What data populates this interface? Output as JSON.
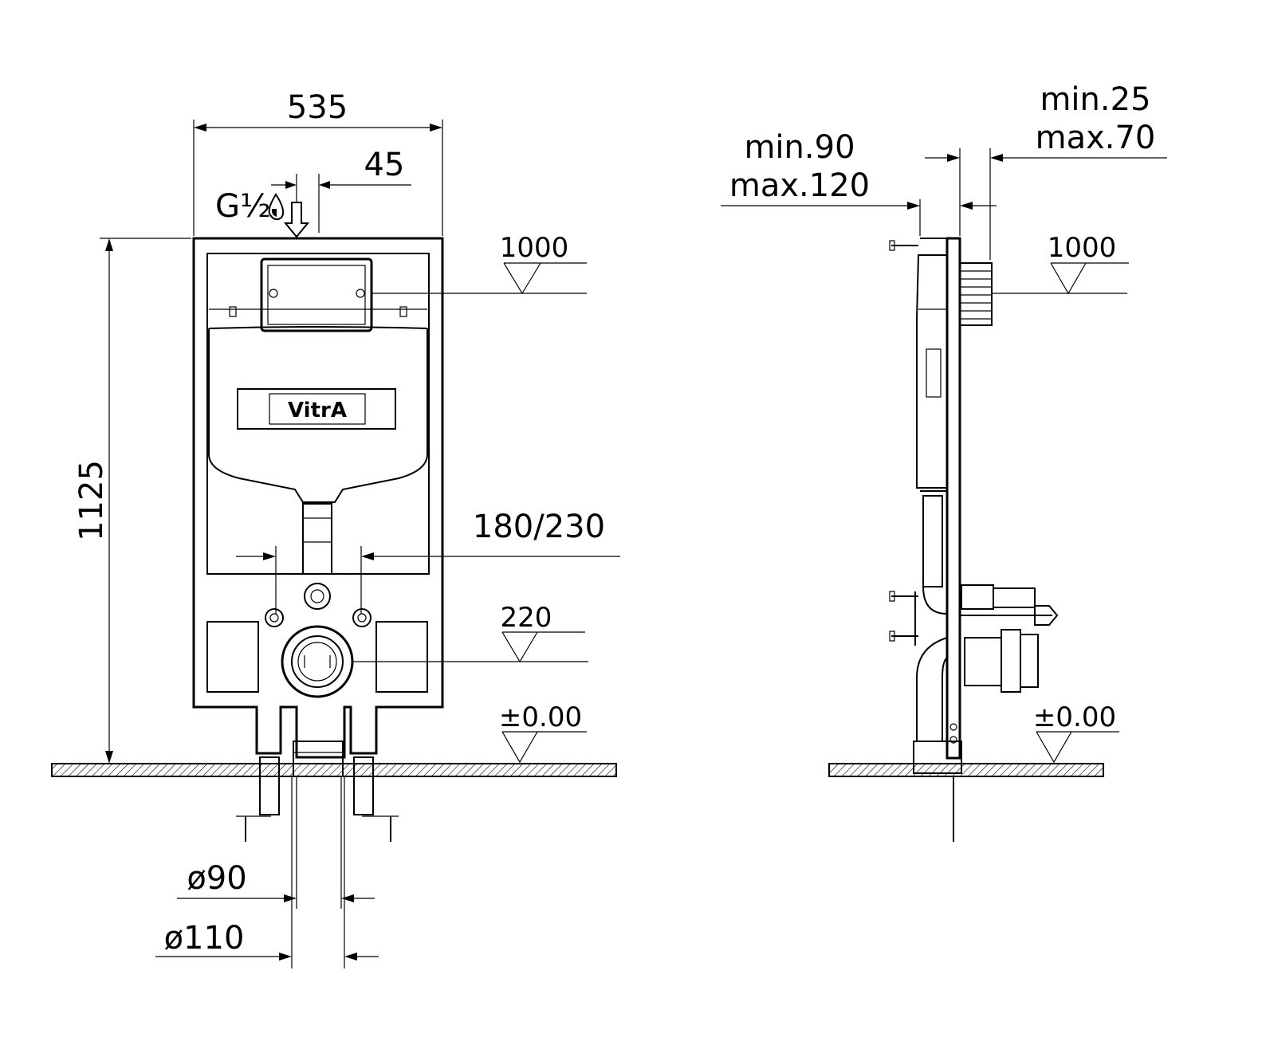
{
  "front_view": {
    "width_dim": "535",
    "inlet_offset_dim": "45",
    "inlet_label": "G½",
    "height_dim": "1125",
    "level_actuator": "1000",
    "bolt_spacing_dim": "180/230",
    "level_outlet": "220",
    "level_floor": "±0.00",
    "pipe_dia_inner": "ø90",
    "pipe_dia_outer": "ø110",
    "logo": "VitrA"
  },
  "side_view": {
    "depth_min": "min.90",
    "depth_max": "max.120",
    "wall_min": "min.25",
    "wall_max": "max.70",
    "level_actuator": "1000",
    "level_floor": "±0.00"
  },
  "icons": [
    "water-drop-icon",
    "down-arrow-icon",
    "level-triangle-icon"
  ]
}
